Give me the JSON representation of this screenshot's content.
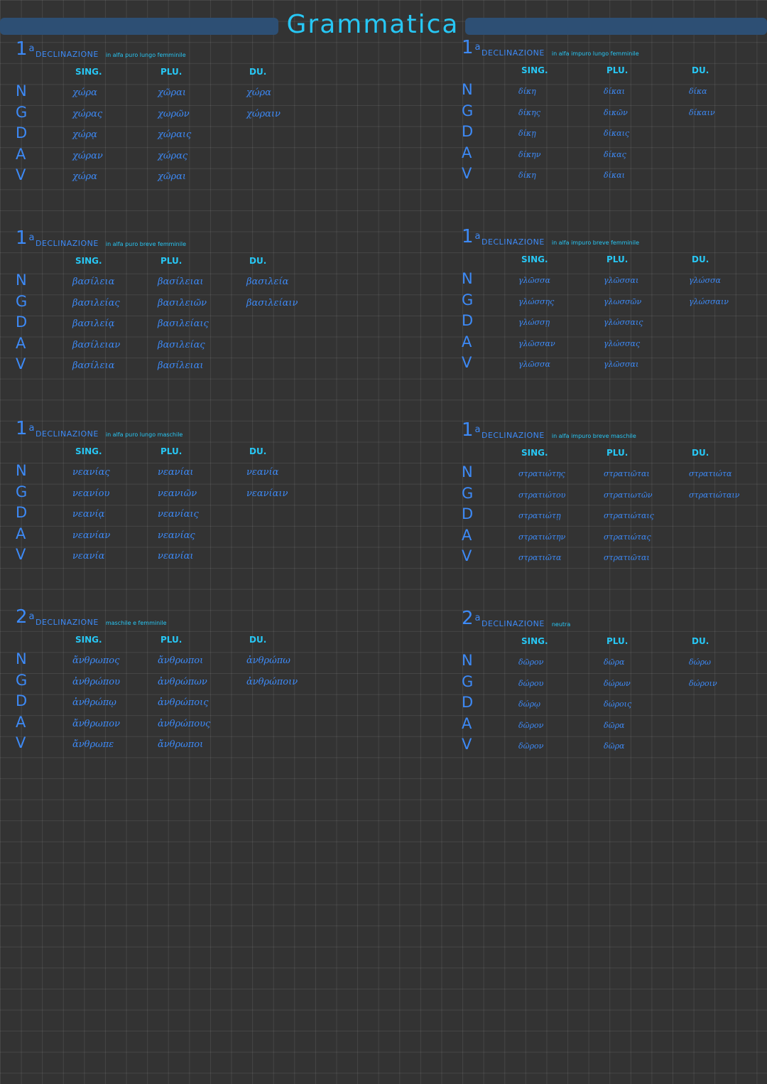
{
  "title": "Grammatica",
  "colors": {
    "accent_blue": "#3d8af7",
    "accent_cyan": "#27c7f5",
    "background": "#333333"
  },
  "columns": {
    "sing": "SING.",
    "plu": "PLU.",
    "du": "DU."
  },
  "blocks": [
    {
      "ordinal": "1",
      "heading": "DECLINAZIONE",
      "subtitle": "in alfa puro lungo femminile",
      "cases": [
        "N",
        "G",
        "D",
        "A",
        "V"
      ],
      "sing": [
        "χώρα",
        "χώρας",
        "χώρᾳ",
        "χώραν",
        "χώρα"
      ],
      "plu": [
        "χῶραι",
        "χωρῶν",
        "χώραις",
        "χώρας",
        "χῶραι"
      ],
      "du": [
        "χώρα",
        "χώραιν"
      ]
    },
    {
      "ordinal": "1",
      "heading": "DECLINAZIONE",
      "subtitle": "in alfa impuro lungo femminile",
      "cases": [
        "N",
        "G",
        "D",
        "A",
        "V"
      ],
      "sing": [
        "δίκη",
        "δίκης",
        "δίκῃ",
        "δίκην",
        "δίκη"
      ],
      "plu": [
        "δίκαι",
        "δικῶν",
        "δίκαις",
        "δίκας",
        "δίκαι"
      ],
      "du": [
        "δίκα",
        "δίκαιν"
      ]
    },
    {
      "ordinal": "1",
      "heading": "DECLINAZIONE",
      "subtitle": "in alfa puro breve femminile",
      "cases": [
        "N",
        "G",
        "D",
        "A",
        "V"
      ],
      "sing": [
        "βασίλεια",
        "βασιλείας",
        "βασιλείᾳ",
        "βασίλειαν",
        "βασίλεια"
      ],
      "plu": [
        "βασίλειαι",
        "βασιλειῶν",
        "βασιλείαις",
        "βασιλείας",
        "βασίλειαι"
      ],
      "du": [
        "βασιλεία",
        "βασιλείαιν"
      ]
    },
    {
      "ordinal": "1",
      "heading": "DECLINAZIONE",
      "subtitle": "in alfa impuro breve femminile",
      "cases": [
        "N",
        "G",
        "D",
        "A",
        "V"
      ],
      "sing": [
        "γλῶσσα",
        "γλώσσης",
        "γλώσσῃ",
        "γλῶσσαν",
        "γλῶσσα"
      ],
      "plu": [
        "γλῶσσαι",
        "γλωσσῶν",
        "γλώσσαις",
        "γλώσσας",
        "γλῶσσαι"
      ],
      "du": [
        "γλώσσα",
        "γλώσσαιν"
      ]
    },
    {
      "ordinal": "1",
      "heading": "DECLINAZIONE",
      "subtitle": "in alfa puro lungo maschile",
      "cases": [
        "N",
        "G",
        "D",
        "A",
        "V"
      ],
      "sing": [
        "νεανίας",
        "νεανίου",
        "νεανίᾳ",
        "νεανίαν",
        "νεανία"
      ],
      "plu": [
        "νεανίαι",
        "νεανιῶν",
        "νεανίαις",
        "νεανίας",
        "νεανίαι"
      ],
      "du": [
        "νεανία",
        "νεανίαιν"
      ]
    },
    {
      "ordinal": "1",
      "heading": "DECLINAZIONE",
      "subtitle": "in alfa impuro breve maschile",
      "cases": [
        "N",
        "G",
        "D",
        "A",
        "V"
      ],
      "sing": [
        "στρατιώτης",
        "στρατιώτου",
        "στρατιώτῃ",
        "στρατιώτην",
        "στρατιῶτα"
      ],
      "plu": [
        "στρατιῶται",
        "στρατιωτῶν",
        "στρατιώταις",
        "στρατιώτας",
        "στρατιῶται"
      ],
      "du": [
        "στρατιώτα",
        "στρατιώταιν"
      ]
    },
    {
      "ordinal": "2",
      "heading": "DECLINAZIONE",
      "subtitle": "maschile e femminile",
      "cases": [
        "N",
        "G",
        "D",
        "A",
        "V"
      ],
      "sing": [
        "ἄνθρωπος",
        "ἀνθρώπου",
        "ἀνθρώπῳ",
        "ἄνθρωπον",
        "ἄνθρωπε"
      ],
      "plu": [
        "ἄνθρωποι",
        "ἀνθρώπων",
        "ἀνθρώποις",
        "ἀνθρώπους",
        "ἄνθρωποι"
      ],
      "du": [
        "ἀνθρώπω",
        "ἀνθρώποιν"
      ]
    },
    {
      "ordinal": "2",
      "heading": "DECLINAZIONE",
      "subtitle": "neutra",
      "cases": [
        "N",
        "G",
        "D",
        "A",
        "V"
      ],
      "sing": [
        "δῶρον",
        "δώρου",
        "δώρῳ",
        "δῶρον",
        "δῶρον"
      ],
      "plu": [
        "δῶρα",
        "δώρων",
        "δώροις",
        "δῶρα",
        "δῶρα"
      ],
      "du": [
        "δώρω",
        "δώροιν"
      ]
    }
  ]
}
